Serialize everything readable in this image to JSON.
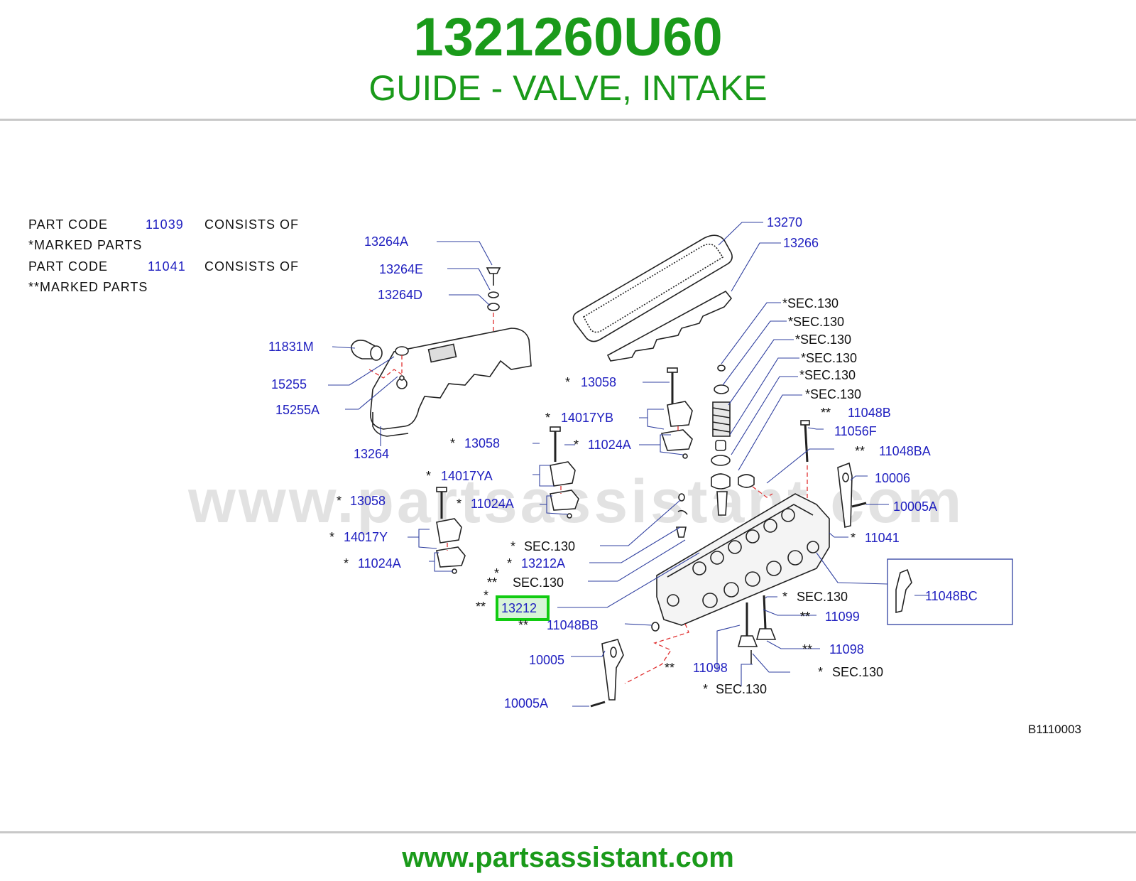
{
  "header": {
    "part_number": "1321260U60",
    "part_name": "GUIDE - VALVE, INTAKE"
  },
  "footer": {
    "url": "www.partsassistant.com"
  },
  "watermark": "www.partsassistant.com",
  "diagram_code": "B1110003",
  "highlight_color": "#11cc11",
  "notes": [
    {
      "prefix": "PART  CODE",
      "code": "11039",
      "suffix": "CONSISTS  OF",
      "line2": "*MARKED  PARTS"
    },
    {
      "prefix": "PART  CODE",
      "code": "11041",
      "suffix": "CONSISTS  OF",
      "line2": "**MARKED  PARTS"
    }
  ],
  "callouts": [
    {
      "mark": "",
      "text": "13270"
    },
    {
      "mark": "",
      "text": "13266"
    },
    {
      "mark": "",
      "text": "13264A"
    },
    {
      "mark": "",
      "text": "13264E"
    },
    {
      "mark": "",
      "text": "13264D"
    },
    {
      "mark": "",
      "text": "11831M"
    },
    {
      "mark": "",
      "text": "15255"
    },
    {
      "mark": "",
      "text": "15255A"
    },
    {
      "mark": "",
      "text": "13264"
    },
    {
      "mark": "",
      "text": "*SEC.130"
    },
    {
      "mark": "",
      "text": "*SEC.130"
    },
    {
      "mark": "",
      "text": "*SEC.130"
    },
    {
      "mark": "",
      "text": "*SEC.130"
    },
    {
      "mark": "",
      "text": "*SEC.130"
    },
    {
      "mark": "",
      "text": "*SEC.130"
    },
    {
      "mark": "*",
      "text": "13058"
    },
    {
      "mark": "*",
      "text": "14017YB"
    },
    {
      "mark": "*",
      "text": "13058"
    },
    {
      "mark": "*",
      "text": "11024A"
    },
    {
      "mark": "*",
      "text": "14017YA"
    },
    {
      "mark": "*",
      "text": "13058"
    },
    {
      "mark": "*",
      "text": "11024A"
    },
    {
      "mark": "*",
      "text": "14017Y"
    },
    {
      "mark": "*",
      "text": "11024A"
    },
    {
      "mark": "**",
      "text": "11048B"
    },
    {
      "mark": "",
      "text": "11056F"
    },
    {
      "mark": "**",
      "text": "11048BA"
    },
    {
      "mark": "",
      "text": "10006"
    },
    {
      "mark": "",
      "text": "10005A"
    },
    {
      "mark": "*",
      "text": "11041"
    },
    {
      "mark": "*",
      "text": "SEC.130"
    },
    {
      "mark": "*",
      "text": "13212A"
    },
    {
      "mark": "*\n**",
      "text": "SEC.130"
    },
    {
      "mark": "*\n**",
      "text": "13212"
    },
    {
      "mark": "**",
      "text": "11048BB"
    },
    {
      "mark": "",
      "text": "11048BC"
    },
    {
      "mark": "*",
      "text": "SEC.130"
    },
    {
      "mark": "**",
      "text": "11099"
    },
    {
      "mark": "",
      "text": "10005"
    },
    {
      "mark": "**",
      "text": "11098"
    },
    {
      "mark": "**",
      "text": "11098"
    },
    {
      "mark": "*",
      "text": "SEC.130"
    },
    {
      "mark": "",
      "text": "10005A"
    },
    {
      "mark": "*",
      "text": "SEC.130"
    }
  ]
}
